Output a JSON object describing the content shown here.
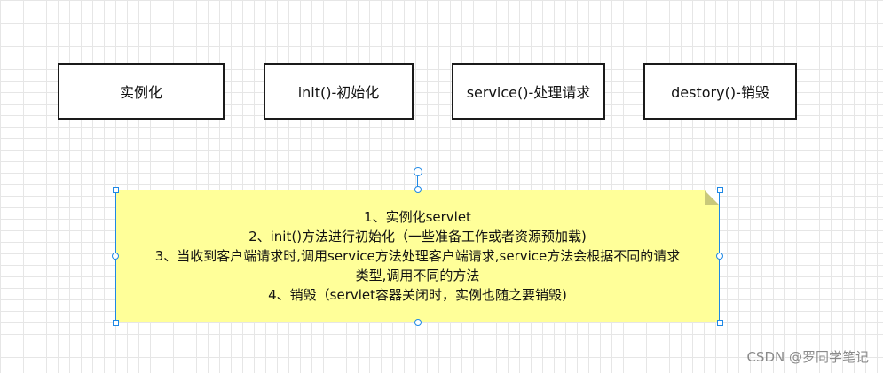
{
  "diagram": {
    "boxes": [
      {
        "label": "实例化"
      },
      {
        "label": "init()-初始化"
      },
      {
        "label": "service()-处理请求"
      },
      {
        "label": "destory()-销毁"
      }
    ],
    "note": {
      "lines": [
        "1、实例化servlet",
        "2、init()方法进行初始化（一些准备工作或者资源预加载)",
        "3、当收到客户端请求时,调用service方法处理客户端请求,service方法会根据不同的请求",
        "类型,调用不同的方法",
        "4、销毁（servlet容器关闭时，实例也随之要销毁)"
      ],
      "fill_color": "#ffff99",
      "selection_color": "#1e88e5"
    }
  },
  "watermark": "CSDN @罗同学笔记"
}
